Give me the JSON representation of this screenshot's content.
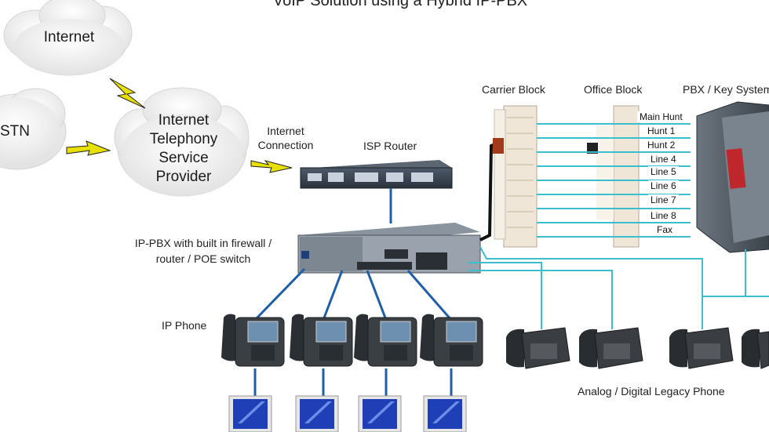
{
  "title": "VoIP Solution using a Hybrid IP-PBX",
  "clouds": {
    "internet": "Internet",
    "pstn": "STN",
    "itsp": [
      "Internet",
      "Telephony",
      "Service",
      "Provider"
    ]
  },
  "labels": {
    "internet_connection": [
      "Internet",
      "Connection"
    ],
    "isp_router": "ISP Router",
    "ip_pbx": [
      "IP-PBX with built in firewall /",
      "router / POE switch"
    ],
    "ip_phone": "IP Phone",
    "carrier_block": "Carrier Block",
    "office_block": "Office Block",
    "pbx_key_system": "PBX / Key System",
    "legacy_phone": "Analog / Digital Legacy Phone"
  },
  "lines": [
    "Main Hunt",
    "Hunt 1",
    "Hunt 2",
    "Line 4",
    "Line 5",
    "Line 6",
    "Line 7",
    "Line 8",
    "Fax"
  ],
  "colors": {
    "cable": "#1f5fa8",
    "pots_line": "#3bbfcf",
    "lightning": "#e8e000",
    "cloud": "#f1f1f1",
    "pbx_red": "#c0272d"
  }
}
